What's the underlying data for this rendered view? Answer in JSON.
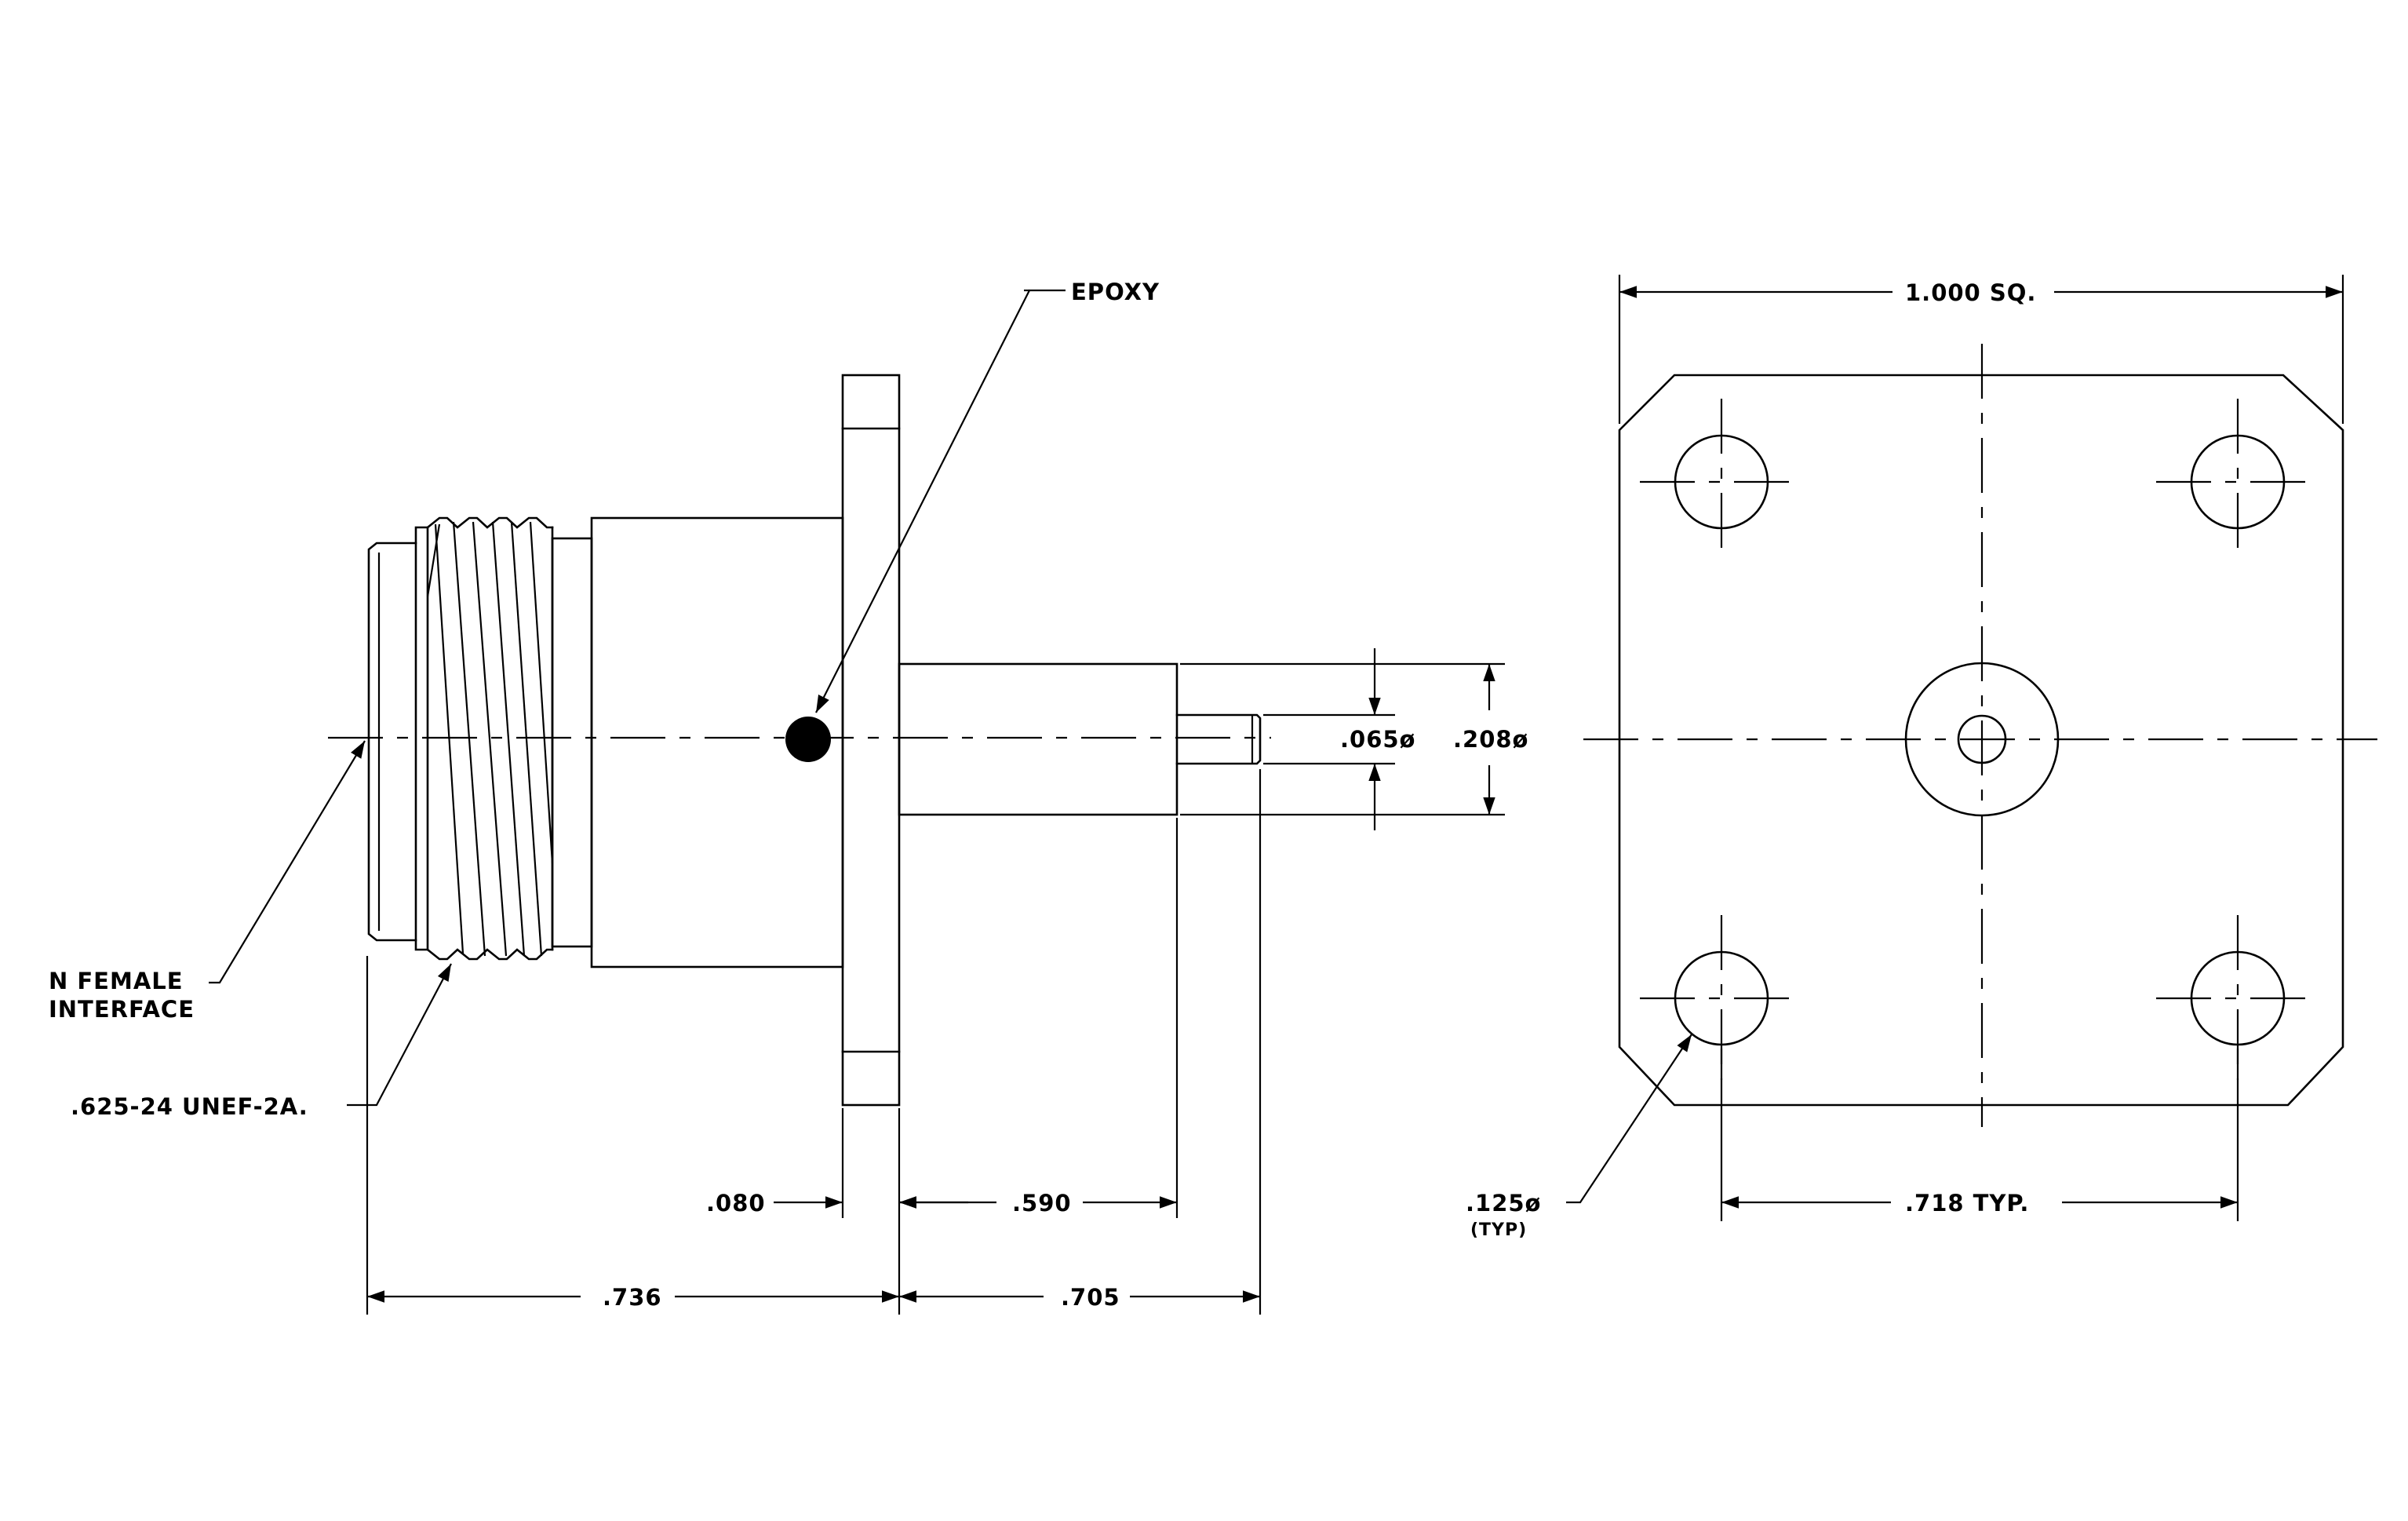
{
  "labels": {
    "epoxy": "EPOXY",
    "n_female_line1": "N FEMALE",
    "n_female_line2": "INTERFACE",
    "thread": ".625-24 UNEF-2A.",
    "flange_thickness": ".080",
    "shank_length": ".590",
    "overall_front": ".736",
    "overall_rear": ".705",
    "pin_dia": ".065ø",
    "dielectric_dia": ".208ø",
    "square_size": "1.000 SQ.",
    "hole_dia": ".125ø",
    "hole_dia_note": "(TYP)",
    "hole_spacing": ".718 TYP."
  }
}
